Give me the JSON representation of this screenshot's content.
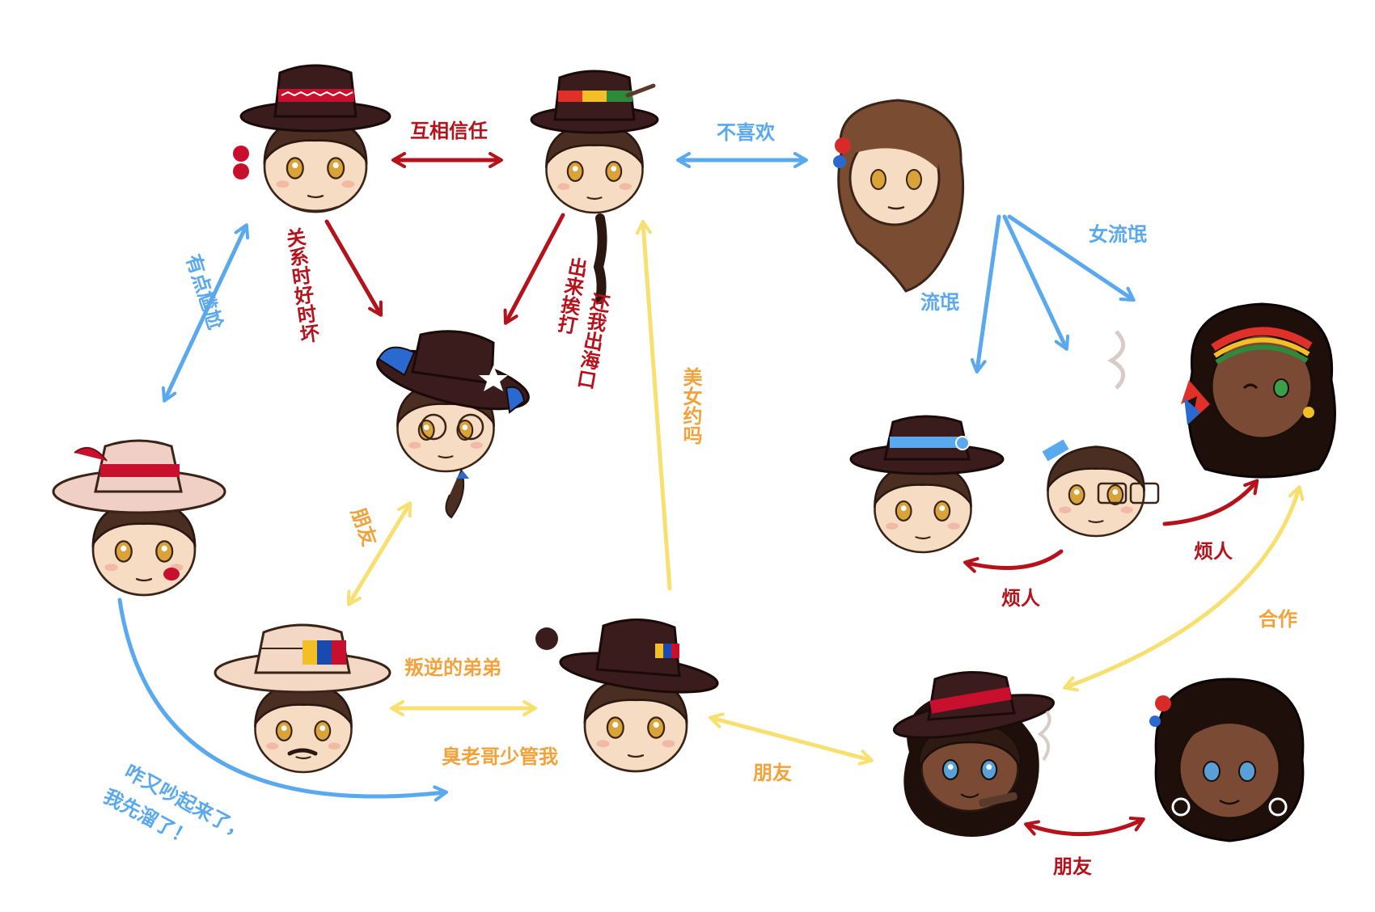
{
  "colors": {
    "red": "#b5121b",
    "blue": "#5aa8ee",
    "yellow": "#f8e070",
    "orange_text": "#f2a23a",
    "skin_light": "#f7dcc4",
    "skin_dark": "#7a4a34",
    "hair": "#4a2e22",
    "hat": "#3a1c1c"
  },
  "characters": [
    {
      "id": "c1",
      "icon": "red-hat-bearded-man-icon"
    },
    {
      "id": "c2",
      "icon": "braided-woman-feather-hat-icon"
    },
    {
      "id": "c3",
      "icon": "wavy-hair-woman-flower-icon"
    },
    {
      "id": "c4",
      "icon": "glasses-ponytail-star-hat-icon"
    },
    {
      "id": "c5",
      "icon": "pink-hat-smiling-boy-icon"
    },
    {
      "id": "c6",
      "icon": "sombrero-vueltiao-mustache-icon"
    },
    {
      "id": "c7",
      "icon": "winking-man-tricolor-hat-icon"
    },
    {
      "id": "c8",
      "icon": "blue-band-hat-man-icon"
    },
    {
      "id": "c9",
      "icon": "glasses-headband-man-icon"
    },
    {
      "id": "c10",
      "icon": "rainbow-headband-woman-icon"
    },
    {
      "id": "c11",
      "icon": "dark-skin-cigar-man-icon"
    },
    {
      "id": "c12",
      "icon": "curly-hair-earrings-woman-icon"
    }
  ],
  "labels": {
    "trust": "互相信任",
    "dislike": "不喜欢",
    "awkward": "有点尴尬",
    "on_off": "关系时好时坏",
    "beat_line1": "出来挨打",
    "beat_line2": "还我出海口",
    "beauty_date": "美女约吗",
    "female_rogue": "女流氓",
    "rogue": "流氓",
    "friend_a": "朋友",
    "annoying_a": "烦人",
    "annoying_b": "烦人",
    "rebel_brother": "叛逆的弟弟",
    "stinky_brother": "臭老哥少管我",
    "friend_b": "朋友",
    "cooperate": "合作",
    "friend_c": "朋友",
    "quarrel_line1": "咋又吵起来了，",
    "quarrel_line2": "我先溜了！"
  }
}
